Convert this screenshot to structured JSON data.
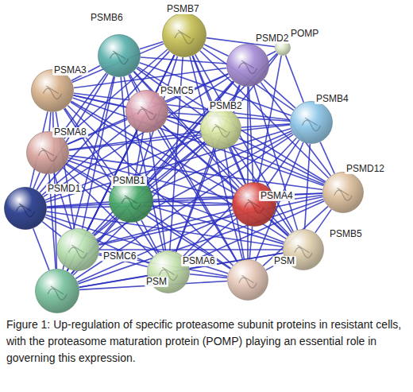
{
  "diagram": {
    "caption": "Figure 1: Up-regulation of specific proteasome subunit proteins in resistant cells, with the proteasome maturation protein (POMP) playing an essential role in governing this expression.",
    "nodes": [
      {
        "text": [
          "PSMB7"
        ]
      },
      {
        "text": [
          "POMP"
        ]
      },
      {
        "text": [
          "PSMB6"
        ]
      },
      {
        "text": [
          "PSMD2"
        ]
      },
      {
        "text": [
          "PSMA3"
        ]
      },
      {
        "text": [
          "PSMC5"
        ]
      },
      {
        "text": [
          "PSMB2"
        ]
      },
      {
        "text": [
          "PSMB4"
        ]
      },
      {
        "text": [
          "PSMA8"
        ]
      },
      {
        "text": [
          "PSMD12"
        ]
      },
      {
        "text": [
          "PSMD1"
        ]
      },
      {
        "text": [
          "PSMB1"
        ]
      },
      {
        "text": [
          "PSMA4"
        ]
      },
      {
        "text": [
          "PSMB5"
        ]
      },
      {
        "text": [
          "PSMC6"
        ]
      },
      {
        "text": [
          "PSMA6"
        ]
      },
      {
        "text": [
          "PSM"
        ]
      },
      {
        "text": [
          "PSM"
        ]
      }
    ],
    "edges": [
      {
        "from": 1,
        "to": 0,
        "arrow": "none"
      },
      {
        "from": 1,
        "to": 3,
        "arrow": "none"
      },
      {
        "from": 1,
        "to": 6,
        "arrow": "none"
      },
      {
        "from": 1,
        "to": 7,
        "arrow": "none"
      },
      {
        "from": 1,
        "to": 11,
        "arrow": "none"
      },
      {
        "from": 1,
        "to": 12,
        "arrow": "none"
      },
      {
        "from": 0,
        "to": 2,
        "arrow": "none"
      },
      {
        "from": 0,
        "to": 3,
        "arrow": "none"
      },
      {
        "from": 0,
        "to": 4,
        "arrow": "none"
      },
      {
        "from": 0,
        "to": 5,
        "arrow": "none"
      },
      {
        "from": 0,
        "to": 6,
        "arrow": "none"
      },
      {
        "from": 0,
        "to": 7,
        "arrow": "none"
      },
      {
        "from": 0,
        "to": 8,
        "arrow": "none"
      },
      {
        "from": 0,
        "to": 9,
        "arrow": "none"
      },
      {
        "from": 0,
        "to": 10,
        "arrow": "none"
      },
      {
        "from": 0,
        "to": 11,
        "arrow": "none"
      },
      {
        "from": 0,
        "to": 12,
        "arrow": "none"
      },
      {
        "from": 0,
        "to": 13,
        "arrow": "none"
      },
      {
        "from": 0,
        "to": 14,
        "arrow": "none"
      },
      {
        "from": 0,
        "to": 15,
        "arrow": "none"
      },
      {
        "from": 0,
        "to": 16,
        "arrow": "none"
      },
      {
        "from": 0,
        "to": 17,
        "arrow": "none"
      },
      {
        "from": 2,
        "to": 3,
        "arrow": "none"
      },
      {
        "from": 2,
        "to": 4,
        "arrow": "none"
      },
      {
        "from": 2,
        "to": 5,
        "arrow": "none"
      },
      {
        "from": 2,
        "to": 6,
        "arrow": "none"
      },
      {
        "from": 2,
        "to": 7,
        "arrow": "none"
      },
      {
        "from": 2,
        "to": 8,
        "arrow": "none"
      },
      {
        "from": 2,
        "to": 9,
        "arrow": "none"
      },
      {
        "from": 2,
        "to": 10,
        "arrow": "none"
      },
      {
        "from": 2,
        "to": 11,
        "arrow": "none"
      },
      {
        "from": 2,
        "to": 12,
        "arrow": "none"
      },
      {
        "from": 2,
        "to": 13,
        "arrow": "none"
      },
      {
        "from": 2,
        "to": 14,
        "arrow": "none"
      },
      {
        "from": 2,
        "to": 15,
        "arrow": "none"
      },
      {
        "from": 2,
        "to": 16,
        "arrow": "none"
      },
      {
        "from": 2,
        "to": 17,
        "arrow": "none"
      },
      {
        "from": 3,
        "to": 4,
        "arrow": "none"
      },
      {
        "from": 3,
        "to": 5,
        "arrow": "none"
      },
      {
        "from": 3,
        "to": 6,
        "arrow": "none"
      },
      {
        "from": 3,
        "to": 7,
        "arrow": "none"
      },
      {
        "from": 3,
        "to": 8,
        "arrow": "none"
      },
      {
        "from": 3,
        "to": 9,
        "arrow": "none"
      },
      {
        "from": 3,
        "to": 10,
        "arrow": "none"
      },
      {
        "from": 3,
        "to": 11,
        "arrow": "none"
      },
      {
        "from": 3,
        "to": 12,
        "arrow": "none"
      },
      {
        "from": 3,
        "to": 13,
        "arrow": "none"
      },
      {
        "from": 3,
        "to": 14,
        "arrow": "none"
      },
      {
        "from": 3,
        "to": 15,
        "arrow": "none"
      },
      {
        "from": 3,
        "to": 16,
        "arrow": "none"
      },
      {
        "from": 3,
        "to": 17,
        "arrow": "none"
      },
      {
        "from": 4,
        "to": 5,
        "arrow": "none"
      },
      {
        "from": 4,
        "to": 6,
        "arrow": "none"
      },
      {
        "from": 4,
        "to": 7,
        "arrow": "none"
      },
      {
        "from": 4,
        "to": 8,
        "arrow": "none"
      },
      {
        "from": 4,
        "to": 9,
        "arrow": "none"
      },
      {
        "from": 4,
        "to": 10,
        "arrow": "none"
      },
      {
        "from": 4,
        "to": 11,
        "arrow": "none"
      },
      {
        "from": 4,
        "to": 12,
        "arrow": "none"
      },
      {
        "from": 4,
        "to": 13,
        "arrow": "none"
      },
      {
        "from": 4,
        "to": 14,
        "arrow": "none"
      },
      {
        "from": 4,
        "to": 15,
        "arrow": "none"
      },
      {
        "from": 4,
        "to": 16,
        "arrow": "none"
      },
      {
        "from": 4,
        "to": 17,
        "arrow": "none"
      },
      {
        "from": 5,
        "to": 6,
        "arrow": "none"
      },
      {
        "from": 5,
        "to": 7,
        "arrow": "none"
      },
      {
        "from": 5,
        "to": 8,
        "arrow": "none"
      },
      {
        "from": 5,
        "to": 9,
        "arrow": "none"
      },
      {
        "from": 5,
        "to": 10,
        "arrow": "none"
      },
      {
        "from": 5,
        "to": 11,
        "arrow": "none"
      },
      {
        "from": 5,
        "to": 12,
        "arrow": "none"
      },
      {
        "from": 5,
        "to": 13,
        "arrow": "none"
      },
      {
        "from": 5,
        "to": 14,
        "arrow": "none"
      },
      {
        "from": 5,
        "to": 15,
        "arrow": "none"
      },
      {
        "from": 5,
        "to": 16,
        "arrow": "none"
      },
      {
        "from": 5,
        "to": 17,
        "arrow": "none"
      },
      {
        "from": 6,
        "to": 7,
        "arrow": "none"
      },
      {
        "from": 6,
        "to": 8,
        "arrow": "none"
      },
      {
        "from": 6,
        "to": 9,
        "arrow": "none"
      },
      {
        "from": 6,
        "to": 10,
        "arrow": "none"
      },
      {
        "from": 6,
        "to": 11,
        "arrow": "none"
      },
      {
        "from": 6,
        "to": 12,
        "arrow": "none"
      },
      {
        "from": 6,
        "to": 13,
        "arrow": "none"
      },
      {
        "from": 6,
        "to": 14,
        "arrow": "none"
      },
      {
        "from": 6,
        "to": 15,
        "arrow": "none"
      },
      {
        "from": 6,
        "to": 16,
        "arrow": "none"
      },
      {
        "from": 6,
        "to": 17,
        "arrow": "none"
      },
      {
        "from": 7,
        "to": 8,
        "arrow": "none"
      },
      {
        "from": 7,
        "to": 9,
        "arrow": "none"
      },
      {
        "from": 7,
        "to": 10,
        "arrow": "none"
      },
      {
        "from": 7,
        "to": 11,
        "arrow": "none"
      },
      {
        "from": 7,
        "to": 12,
        "arrow": "none"
      },
      {
        "from": 7,
        "to": 13,
        "arrow": "none"
      },
      {
        "from": 7,
        "to": 14,
        "arrow": "none"
      },
      {
        "from": 7,
        "to": 15,
        "arrow": "none"
      },
      {
        "from": 7,
        "to": 16,
        "arrow": "none"
      },
      {
        "from": 7,
        "to": 17,
        "arrow": "none"
      },
      {
        "from": 8,
        "to": 9,
        "arrow": "none"
      },
      {
        "from": 8,
        "to": 10,
        "arrow": "none"
      },
      {
        "from": 8,
        "to": 11,
        "arrow": "none"
      },
      {
        "from": 8,
        "to": 12,
        "arrow": "none"
      },
      {
        "from": 8,
        "to": 13,
        "arrow": "none"
      },
      {
        "from": 8,
        "to": 14,
        "arrow": "none"
      },
      {
        "from": 8,
        "to": 15,
        "arrow": "none"
      },
      {
        "from": 8,
        "to": 16,
        "arrow": "none"
      },
      {
        "from": 8,
        "to": 17,
        "arrow": "none"
      },
      {
        "from": 9,
        "to": 10,
        "arrow": "none"
      },
      {
        "from": 9,
        "to": 11,
        "arrow": "none"
      },
      {
        "from": 9,
        "to": 12,
        "arrow": "none"
      },
      {
        "from": 9,
        "to": 13,
        "arrow": "none"
      },
      {
        "from": 9,
        "to": 14,
        "arrow": "none"
      },
      {
        "from": 9,
        "to": 15,
        "arrow": "none"
      },
      {
        "from": 9,
        "to": 16,
        "arrow": "none"
      },
      {
        "from": 9,
        "to": 17,
        "arrow": "none"
      },
      {
        "from": 10,
        "to": 11,
        "arrow": "none"
      },
      {
        "from": 10,
        "to": 12,
        "arrow": "none"
      },
      {
        "from": 10,
        "to": 13,
        "arrow": "none"
      },
      {
        "from": 10,
        "to": 14,
        "arrow": "none"
      },
      {
        "from": 10,
        "to": 15,
        "arrow": "none"
      },
      {
        "from": 10,
        "to": 16,
        "arrow": "none"
      },
      {
        "from": 10,
        "to": 17,
        "arrow": "none"
      },
      {
        "from": 11,
        "to": 12,
        "arrow": "none"
      },
      {
        "from": 11,
        "to": 13,
        "arrow": "none"
      },
      {
        "from": 11,
        "to": 14,
        "arrow": "none"
      },
      {
        "from": 11,
        "to": 15,
        "arrow": "none"
      },
      {
        "from": 11,
        "to": 16,
        "arrow": "none"
      },
      {
        "from": 11,
        "to": 17,
        "arrow": "none"
      },
      {
        "from": 12,
        "to": 13,
        "arrow": "none"
      },
      {
        "from": 12,
        "to": 14,
        "arrow": "none"
      },
      {
        "from": 12,
        "to": 15,
        "arrow": "none"
      },
      {
        "from": 12,
        "to": 16,
        "arrow": "none"
      },
      {
        "from": 12,
        "to": 17,
        "arrow": "none"
      },
      {
        "from": 13,
        "to": 14,
        "arrow": "none"
      },
      {
        "from": 13,
        "to": 15,
        "arrow": "none"
      },
      {
        "from": 13,
        "to": 16,
        "arrow": "none"
      },
      {
        "from": 13,
        "to": 17,
        "arrow": "none"
      },
      {
        "from": 14,
        "to": 15,
        "arrow": "none"
      },
      {
        "from": 14,
        "to": 16,
        "arrow": "none"
      },
      {
        "from": 14,
        "to": 17,
        "arrow": "none"
      },
      {
        "from": 15,
        "to": 16,
        "arrow": "none"
      },
      {
        "from": 15,
        "to": 17,
        "arrow": "none"
      },
      {
        "from": 16,
        "to": 17,
        "arrow": "none"
      }
    ]
  }
}
